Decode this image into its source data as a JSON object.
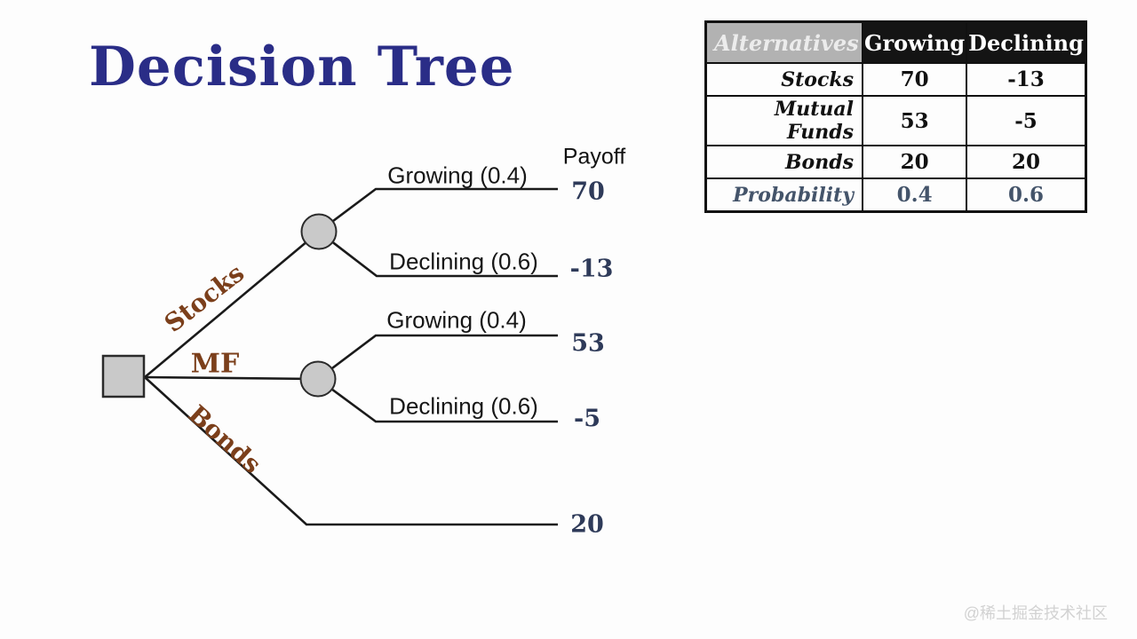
{
  "slide": {
    "title": "Decision Tree"
  },
  "tree": {
    "payoff_header": "Payoff",
    "branches": [
      {
        "label": "Stocks"
      },
      {
        "label": "MF"
      },
      {
        "label": "Bonds"
      }
    ],
    "outcomes": [
      {
        "label": "Growing (0.4)",
        "payoff": "70"
      },
      {
        "label": "Declining (0.6)",
        "payoff": "-13"
      },
      {
        "label": "Growing (0.4)",
        "payoff": "53"
      },
      {
        "label": "Declining (0.6)",
        "payoff": "-5"
      }
    ],
    "bonds_payoff": "20"
  },
  "table": {
    "headers": {
      "alternatives": "Alternatives",
      "growing": "Growing",
      "declining": "Declining"
    },
    "rows": [
      {
        "label": "Stocks",
        "growing": "70",
        "declining": "-13"
      },
      {
        "label": "Mutual Funds",
        "growing": "53",
        "declining": "-5"
      },
      {
        "label": "Bonds",
        "growing": "20",
        "declining": "20"
      },
      {
        "label": "Probability",
        "growing": "0.4",
        "declining": "0.6"
      }
    ]
  },
  "watermark": "@稀土掘金技术社区",
  "colors": {
    "title": "#2a2d87",
    "branch_label": "#7b3f1b",
    "payoff_value": "#2e3a59",
    "probability_text": "#44546a",
    "node_fill": "#c9c9c9",
    "line": "#1a1a1a",
    "column_header_bg": "#141414",
    "alternatives_header_bg": "#b2b2b2"
  }
}
